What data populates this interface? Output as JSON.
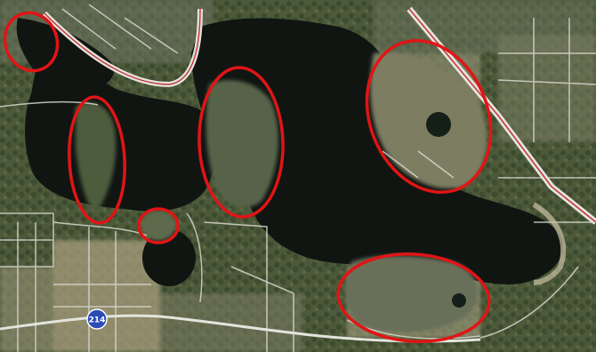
{
  "map": {
    "type": "satellite",
    "colors": {
      "land": "#4f5e3d",
      "land_dark": "#3a4730",
      "land_light": "#8a8a6a",
      "field": "#a89e7c",
      "sand": "#c9c0a4",
      "water": "#101512",
      "road": "#d8d8d0",
      "highway": "#e4e4de",
      "highway_edge": "#c43434",
      "marker": "#e01515",
      "shield": "#2b4bb5"
    },
    "road_shield": {
      "label": "214"
    },
    "highlight_markers": [
      {
        "name": "northwest-shore"
      },
      {
        "name": "west-peninsula"
      },
      {
        "name": "small-island"
      },
      {
        "name": "central-peninsula"
      },
      {
        "name": "northeast-shore"
      },
      {
        "name": "south-shore"
      }
    ]
  }
}
